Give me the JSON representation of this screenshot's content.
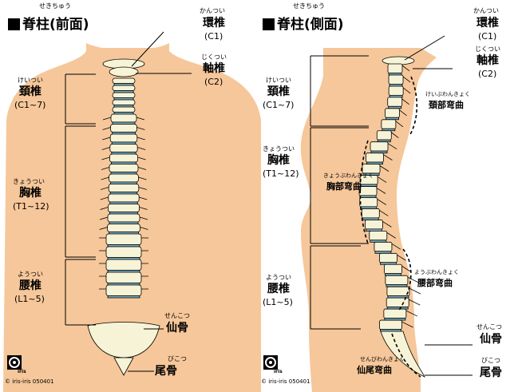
{
  "colors": {
    "skin": "#f6c79a",
    "bone": "#f7f3d6",
    "disc": "#7fb3c8"
  },
  "front": {
    "title_ruby": "せきちゅう",
    "title": "脊柱(前面)",
    "atlas": {
      "ruby": "かんつい",
      "name": "環椎",
      "code": "(C1)"
    },
    "axis": {
      "ruby": "じくつい",
      "name": "軸椎",
      "code": "(C2)"
    },
    "cervical": {
      "ruby": "けいつい",
      "name": "頚椎",
      "code": "(C1~7)"
    },
    "thoracic": {
      "ruby": "きょうつい",
      "name": "胸椎",
      "code": "(T1~12)"
    },
    "lumbar": {
      "ruby": "ようつい",
      "name": "腰椎",
      "code": "(L1~5)"
    },
    "sacrum": {
      "ruby": "せんこつ",
      "name": "仙骨"
    },
    "coccyx": {
      "ruby": "びこつ",
      "name": "尾骨"
    },
    "copyright": "© iris-iris 050401"
  },
  "side": {
    "title_ruby": "せきちゅう",
    "title": "脊柱(側面)",
    "atlas": {
      "ruby": "かんつい",
      "name": "環椎",
      "code": "(C1)"
    },
    "axis": {
      "ruby": "じくつい",
      "name": "軸椎",
      "code": "(C2)"
    },
    "cervical": {
      "ruby": "けいつい",
      "name": "頚椎",
      "code": "(C1~7)"
    },
    "thoracic": {
      "ruby": "きょうつい",
      "name": "胸椎",
      "code": "(T1~12)"
    },
    "lumbar": {
      "ruby": "ようつい",
      "name": "腰椎",
      "code": "(L1~5)"
    },
    "sacrum": {
      "ruby": "せんこつ",
      "name": "仙骨"
    },
    "coccyx": {
      "ruby": "びこつ",
      "name": "尾骨"
    },
    "cervical_curve": {
      "ruby": "けいぶわんきょく",
      "name": "頚部弯曲"
    },
    "thoracic_curve": {
      "ruby": "きょうぶわんきょく",
      "name": "胸部弯曲"
    },
    "lumbar_curve": {
      "ruby": "ようぶわんきょく",
      "name": "腰部弯曲"
    },
    "sacral_curve": {
      "ruby": "せんびわんきょく",
      "name": "仙尾弯曲"
    },
    "copyright": "© iris-iris 050401"
  }
}
